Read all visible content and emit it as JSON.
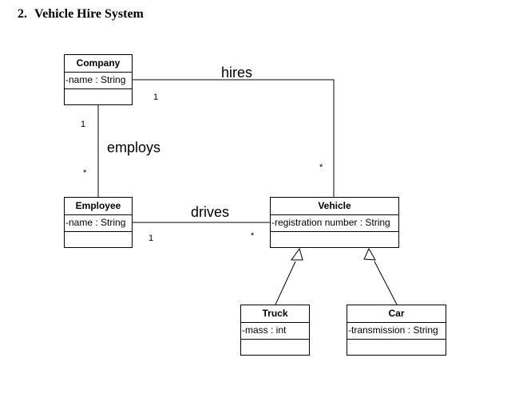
{
  "heading": {
    "number": "2.",
    "title": "Vehicle Hire System"
  },
  "classes": {
    "company": {
      "name": "Company",
      "attribute": "-name : String"
    },
    "employee": {
      "name": "Employee",
      "attribute": "-name : String"
    },
    "vehicle": {
      "name": "Vehicle",
      "attribute": "-registration number : String"
    },
    "truck": {
      "name": "Truck",
      "attribute": "-mass : int"
    },
    "car": {
      "name": "Car",
      "attribute": "-transmission : String"
    }
  },
  "associations": {
    "hires": {
      "name": "hires",
      "company_end": "1",
      "vehicle_end": "*"
    },
    "employs": {
      "name": "employs",
      "company_end": "1",
      "employee_end": "*"
    },
    "drives": {
      "name": "drives",
      "employee_end": "1",
      "vehicle_end": "*"
    }
  }
}
